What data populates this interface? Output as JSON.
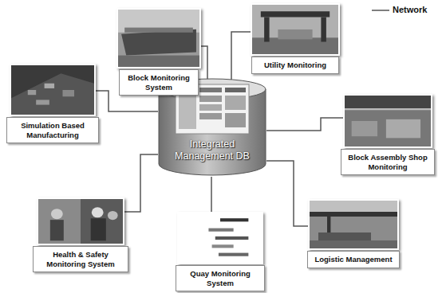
{
  "diagram": {
    "nodes": [
      {
        "text": [
          "Integrated Management DB"
        ]
      },
      {
        "text": [
          "Block Monitoring System"
        ]
      },
      {
        "text": [
          "Utility Monitoring"
        ]
      },
      {
        "text": [
          "Simulation Based Manufacturing"
        ]
      },
      {
        "text": [
          "Block Assembly Shop Monitoring"
        ]
      },
      {
        "text": [
          "Health & Safety Monitoring System"
        ]
      },
      {
        "text": [
          "Quay Monitoring System"
        ]
      },
      {
        "text": [
          "Logistic Management"
        ]
      }
    ],
    "edges": [
      {
        "from": 0,
        "to": 1,
        "arrow": "none"
      },
      {
        "from": 0,
        "to": 2,
        "arrow": "none"
      },
      {
        "from": 0,
        "to": 3,
        "arrow": "none"
      },
      {
        "from": 0,
        "to": 4,
        "arrow": "none"
      },
      {
        "from": 0,
        "to": 5,
        "arrow": "none"
      },
      {
        "from": 0,
        "to": 6,
        "arrow": "none"
      },
      {
        "from": 0,
        "to": 7,
        "arrow": "none"
      }
    ],
    "legend": [
      {
        "text": "Network"
      }
    ]
  }
}
